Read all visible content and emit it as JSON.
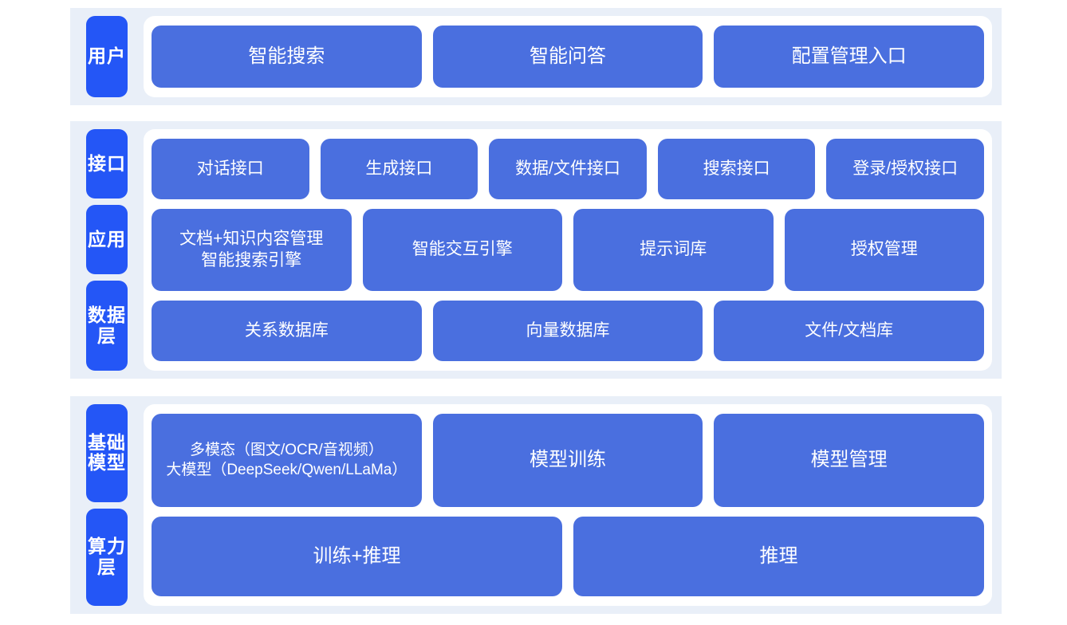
{
  "theme": {
    "label_blue": "#2456f6",
    "node_blue": "#4a6fdf",
    "band_bg": "#e9eff8",
    "panel_bg": "#ffffff",
    "text_on_blue": "#ffffff"
  },
  "sections": [
    {
      "id": "user",
      "labels": [
        "用户"
      ],
      "rows": [
        {
          "id": "user-row",
          "nodes": [
            "智能搜索",
            "智能问答",
            "配置管理入口"
          ]
        }
      ]
    },
    {
      "id": "platform",
      "labels": [
        "接口",
        "应用",
        "数据层"
      ],
      "rows": [
        {
          "id": "interface-row",
          "nodes": [
            "对话接口",
            "生成接口",
            "数据/文件接口",
            "搜索接口",
            "登录/授权接口"
          ]
        },
        {
          "id": "application-row",
          "nodes": [
            "文档+知识内容管理\n智能搜索引擎",
            "智能交互引擎",
            "提示词库",
            "授权管理"
          ]
        },
        {
          "id": "data-row",
          "nodes": [
            "关系数据库",
            "向量数据库",
            "文件/文档库"
          ]
        }
      ]
    },
    {
      "id": "infra",
      "labels": [
        "基础模型",
        "算力层"
      ],
      "rows": [
        {
          "id": "model-row",
          "nodes": [
            "多模态（图文/OCR/音视频）\n大模型（DeepSeek/Qwen/LLaMa）",
            "模型训练",
            "模型管理"
          ]
        },
        {
          "id": "compute-row",
          "nodes": [
            "训练+推理",
            "推理"
          ]
        }
      ]
    }
  ]
}
